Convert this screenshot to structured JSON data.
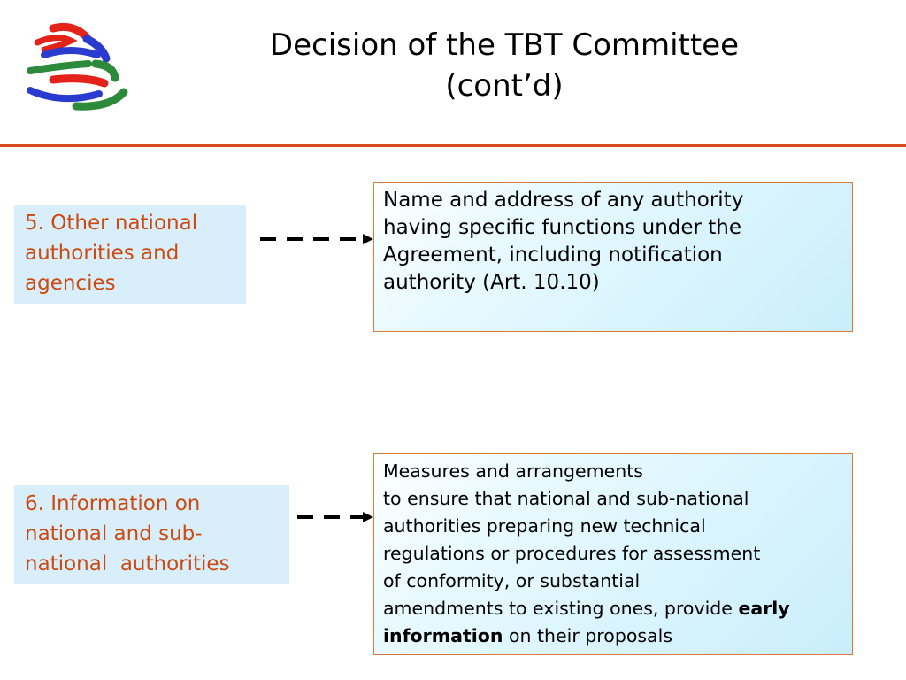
{
  "title": {
    "line1": "Decision of the TBT Committee",
    "line2": "(cont’d)"
  },
  "colors": {
    "rule": "#d84a1b",
    "left_box_bg": "#d9eefb",
    "left_box_text": "#cc4a10",
    "logo_red": "#e32219",
    "logo_blue": "#2a3bd0",
    "logo_green": "#2d8a3a"
  },
  "logo": {
    "icon": "wto-logo-icon"
  },
  "items": [
    {
      "label_lines": [
        "5. Other national",
        "authorities and",
        "agencies"
      ],
      "detail_lines": [
        "Name and address of any authority",
        "having specific functions under the",
        "Agreement, including notification",
        "authority (Art. 10.10)"
      ]
    },
    {
      "label_lines": [
        "6. Information on",
        "national and sub-",
        "national  authorities"
      ],
      "detail_lines": [
        "Measures and arrangements",
        "to ensure that national and sub-national",
        "authorities preparing new technical",
        "regulations or procedures for assessment",
        "of conformity, or substantial"
      ],
      "detail_line6_pre": "amendments to existing ones, provide ",
      "detail_line6_bold": "early",
      "detail_line7_bold": "information",
      "detail_line7_post": " on their proposals"
    }
  ]
}
